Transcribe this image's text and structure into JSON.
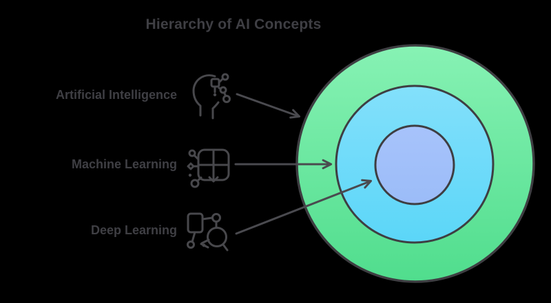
{
  "title": "Hierarchy of AI Concepts",
  "items": [
    {
      "label": "Artificial Intelligence",
      "icon": "ai-head-circuit-icon",
      "ring": "outer"
    },
    {
      "label": "Machine Learning",
      "icon": "machine-learning-grid-icon",
      "ring": "middle"
    },
    {
      "label": "Deep Learning",
      "icon": "deep-learning-network-icon",
      "ring": "inner"
    }
  ],
  "diagram": {
    "type": "concentric-circles",
    "rings_outer_to_inner": [
      "Artificial Intelligence",
      "Machine Learning",
      "Deep Learning"
    ]
  },
  "palette": {
    "background": "#000000",
    "text": "#3f3f44",
    "icon_stroke": "#48484c",
    "arrow_stroke": "#4a4a4f",
    "ring_stroke": "#3e3e42",
    "outer_ring_top": "#87f2b4",
    "outer_ring_bottom": "#50dd8d",
    "middle_ring_top": "#83e0fb",
    "middle_ring_bottom": "#5bd6f8",
    "inner_ring_top": "#a7c3fb",
    "inner_ring_bottom": "#9bbcf8"
  }
}
